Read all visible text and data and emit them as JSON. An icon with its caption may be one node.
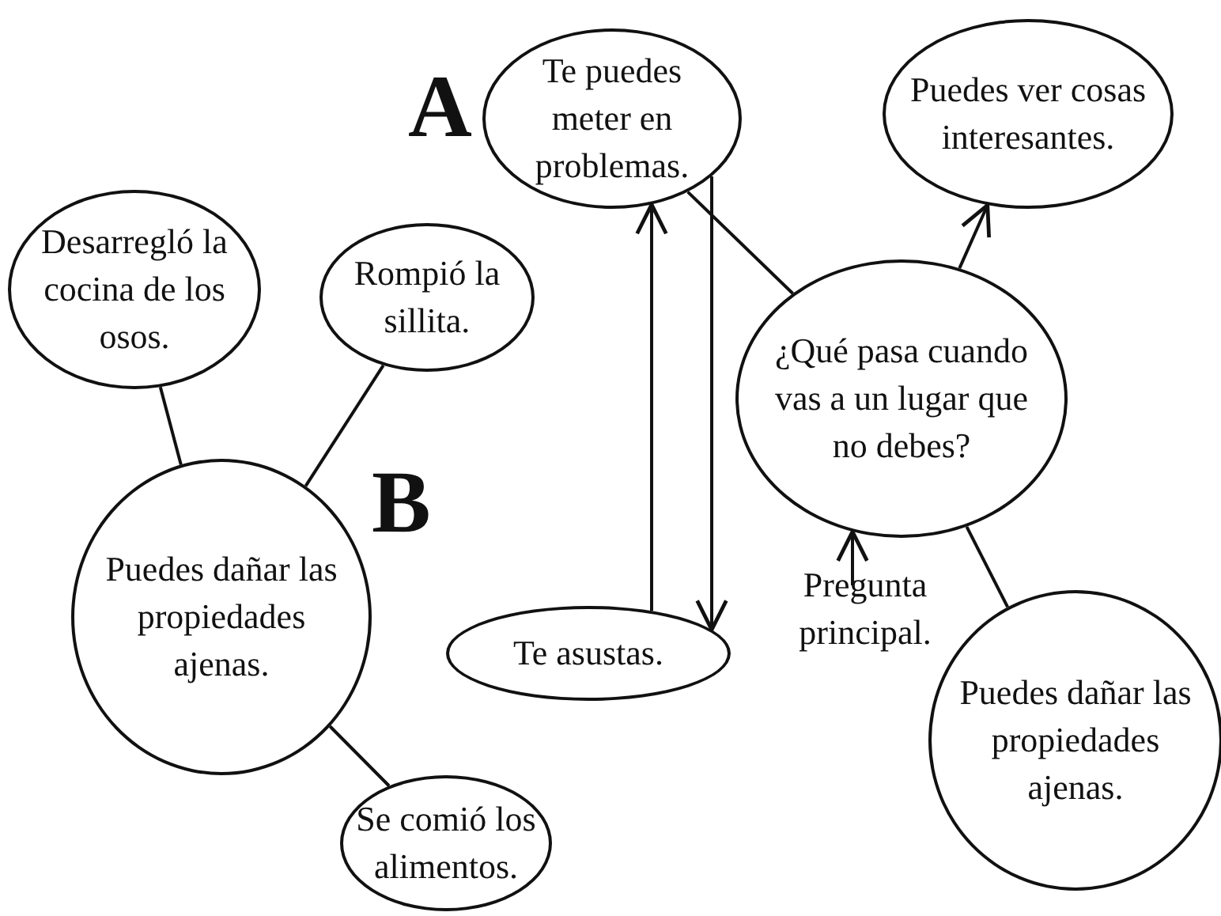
{
  "diagram": {
    "nodes": [
      {
        "text": [
          "Desarregló la cocina de los osos."
        ]
      },
      {
        "text": [
          "Rompió la sillita."
        ]
      },
      {
        "text": [
          "Puedes dañar las propiedades ajenas."
        ]
      },
      {
        "text": [
          "Se comió los alimentos."
        ]
      },
      {
        "text": [
          "Te puedes meter en problemas."
        ]
      },
      {
        "text": [
          "Puedes ver cosas interesantes."
        ]
      },
      {
        "text": [
          "¿Qué pasa cuando vas a un lugar que no debes?"
        ]
      },
      {
        "text": [
          "Te asustas."
        ]
      },
      {
        "text": [
          "Pregunta principal."
        ]
      },
      {
        "text": [
          "Puedes dañar las propiedades ajenas."
        ]
      }
    ],
    "edges": [
      {
        "from": 2,
        "to": 0,
        "arrow": "none"
      },
      {
        "from": 2,
        "to": 1,
        "arrow": "none"
      },
      {
        "from": 2,
        "to": 3,
        "arrow": "none"
      },
      {
        "from": 6,
        "to": 4,
        "arrow": "none"
      },
      {
        "from": 6,
        "to": 5,
        "arrow": "to"
      },
      {
        "from": 6,
        "to": 9,
        "arrow": "none"
      },
      {
        "from": 7,
        "to": 4,
        "arrow": "to"
      },
      {
        "from": 4,
        "to": 7,
        "arrow": "to"
      },
      {
        "from": 8,
        "to": 6,
        "arrow": "to"
      }
    ],
    "labels": [
      "A",
      "B"
    ]
  }
}
